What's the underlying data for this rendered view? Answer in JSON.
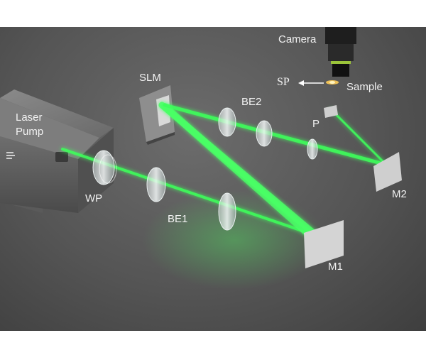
{
  "diagram": {
    "labels": {
      "camera": "Camera",
      "slm": "SLM",
      "laser_pump": "Laser\nPump",
      "sp": "SP",
      "sample": "Sample",
      "be2": "BE2",
      "p": "P",
      "wp": "WP",
      "be1": "BE1",
      "m2": "M2",
      "m1": "M1"
    },
    "colors": {
      "beam": "#3dff5a",
      "background": "#5a5a5a"
    }
  }
}
